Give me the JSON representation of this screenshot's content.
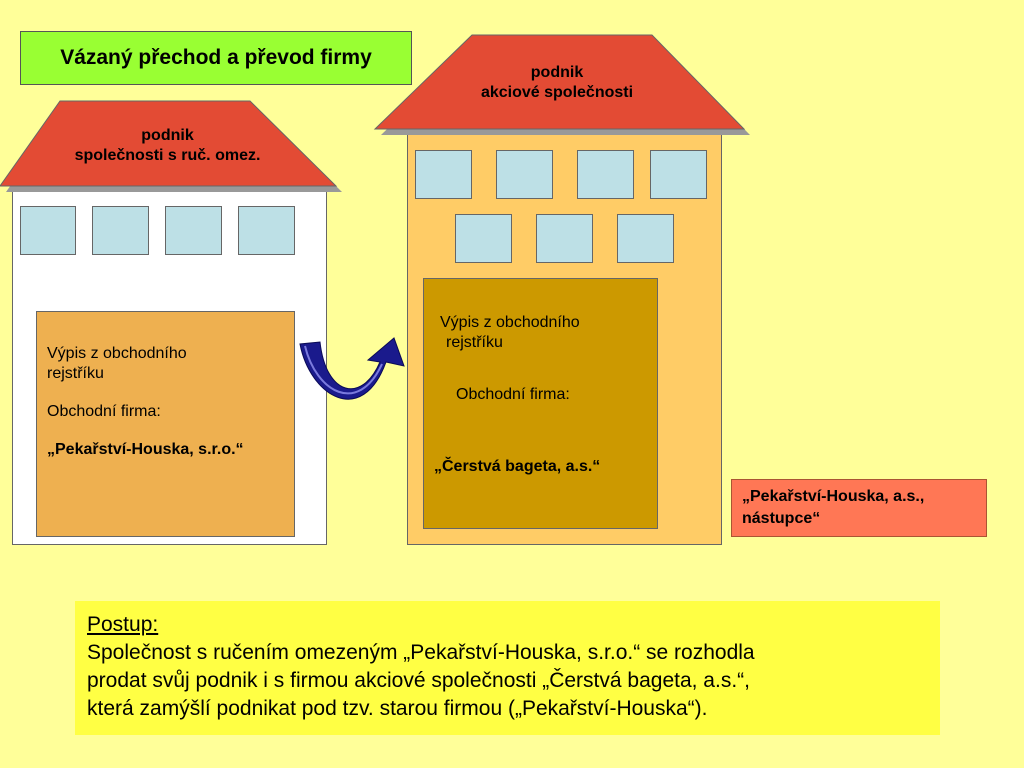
{
  "title": "Vázaný přechod a převod firmy",
  "left_building": {
    "roof_line1": "podnik",
    "roof_line2": "společnosti s ruč. omez.",
    "record_line1": "Výpis z obchodního",
    "record_line2": "rejstříku",
    "firm_label": "Obchodní firma:",
    "firm_name": "„Pekařství-Houska, s.r.o.“"
  },
  "right_building": {
    "roof_line1": "podnik",
    "roof_line2": "akciové společnosti",
    "record_line1": "Výpis z obchodního",
    "record_line2": "rejstříku",
    "firm_label": "Obchodní firma:",
    "firm_name": "„Čerstvá bageta, a.s.“"
  },
  "successor_badge": {
    "line1": "„Pekařství-Houska, a.s.,",
    "line2": "nástupce“"
  },
  "procedure": {
    "heading": "Postup:",
    "line1": "Společnost s ručením omezeným „Pekařství-Houska, s.r.o.“ se rozhodla",
    "line2": "prodat svůj podnik i s firmou akciové společnosti „Čerstvá bageta, a.s.“,",
    "line3": "která zamýšlí podnikat pod tzv. starou firmou („Pekařství-Houska“)."
  },
  "colors": {
    "background": "#ffff99",
    "title_bg": "#99ff33",
    "roof": "#e34b34",
    "roof_shadow": "#999999",
    "left_building": "#ffffff",
    "right_building": "#ffcc66",
    "window": "#bde0e6",
    "left_record": "#eeb050",
    "right_record": "#cc9900",
    "arrow": "#1a1a8c",
    "badge": "#ff7755",
    "note_bg": "#ffff44"
  }
}
